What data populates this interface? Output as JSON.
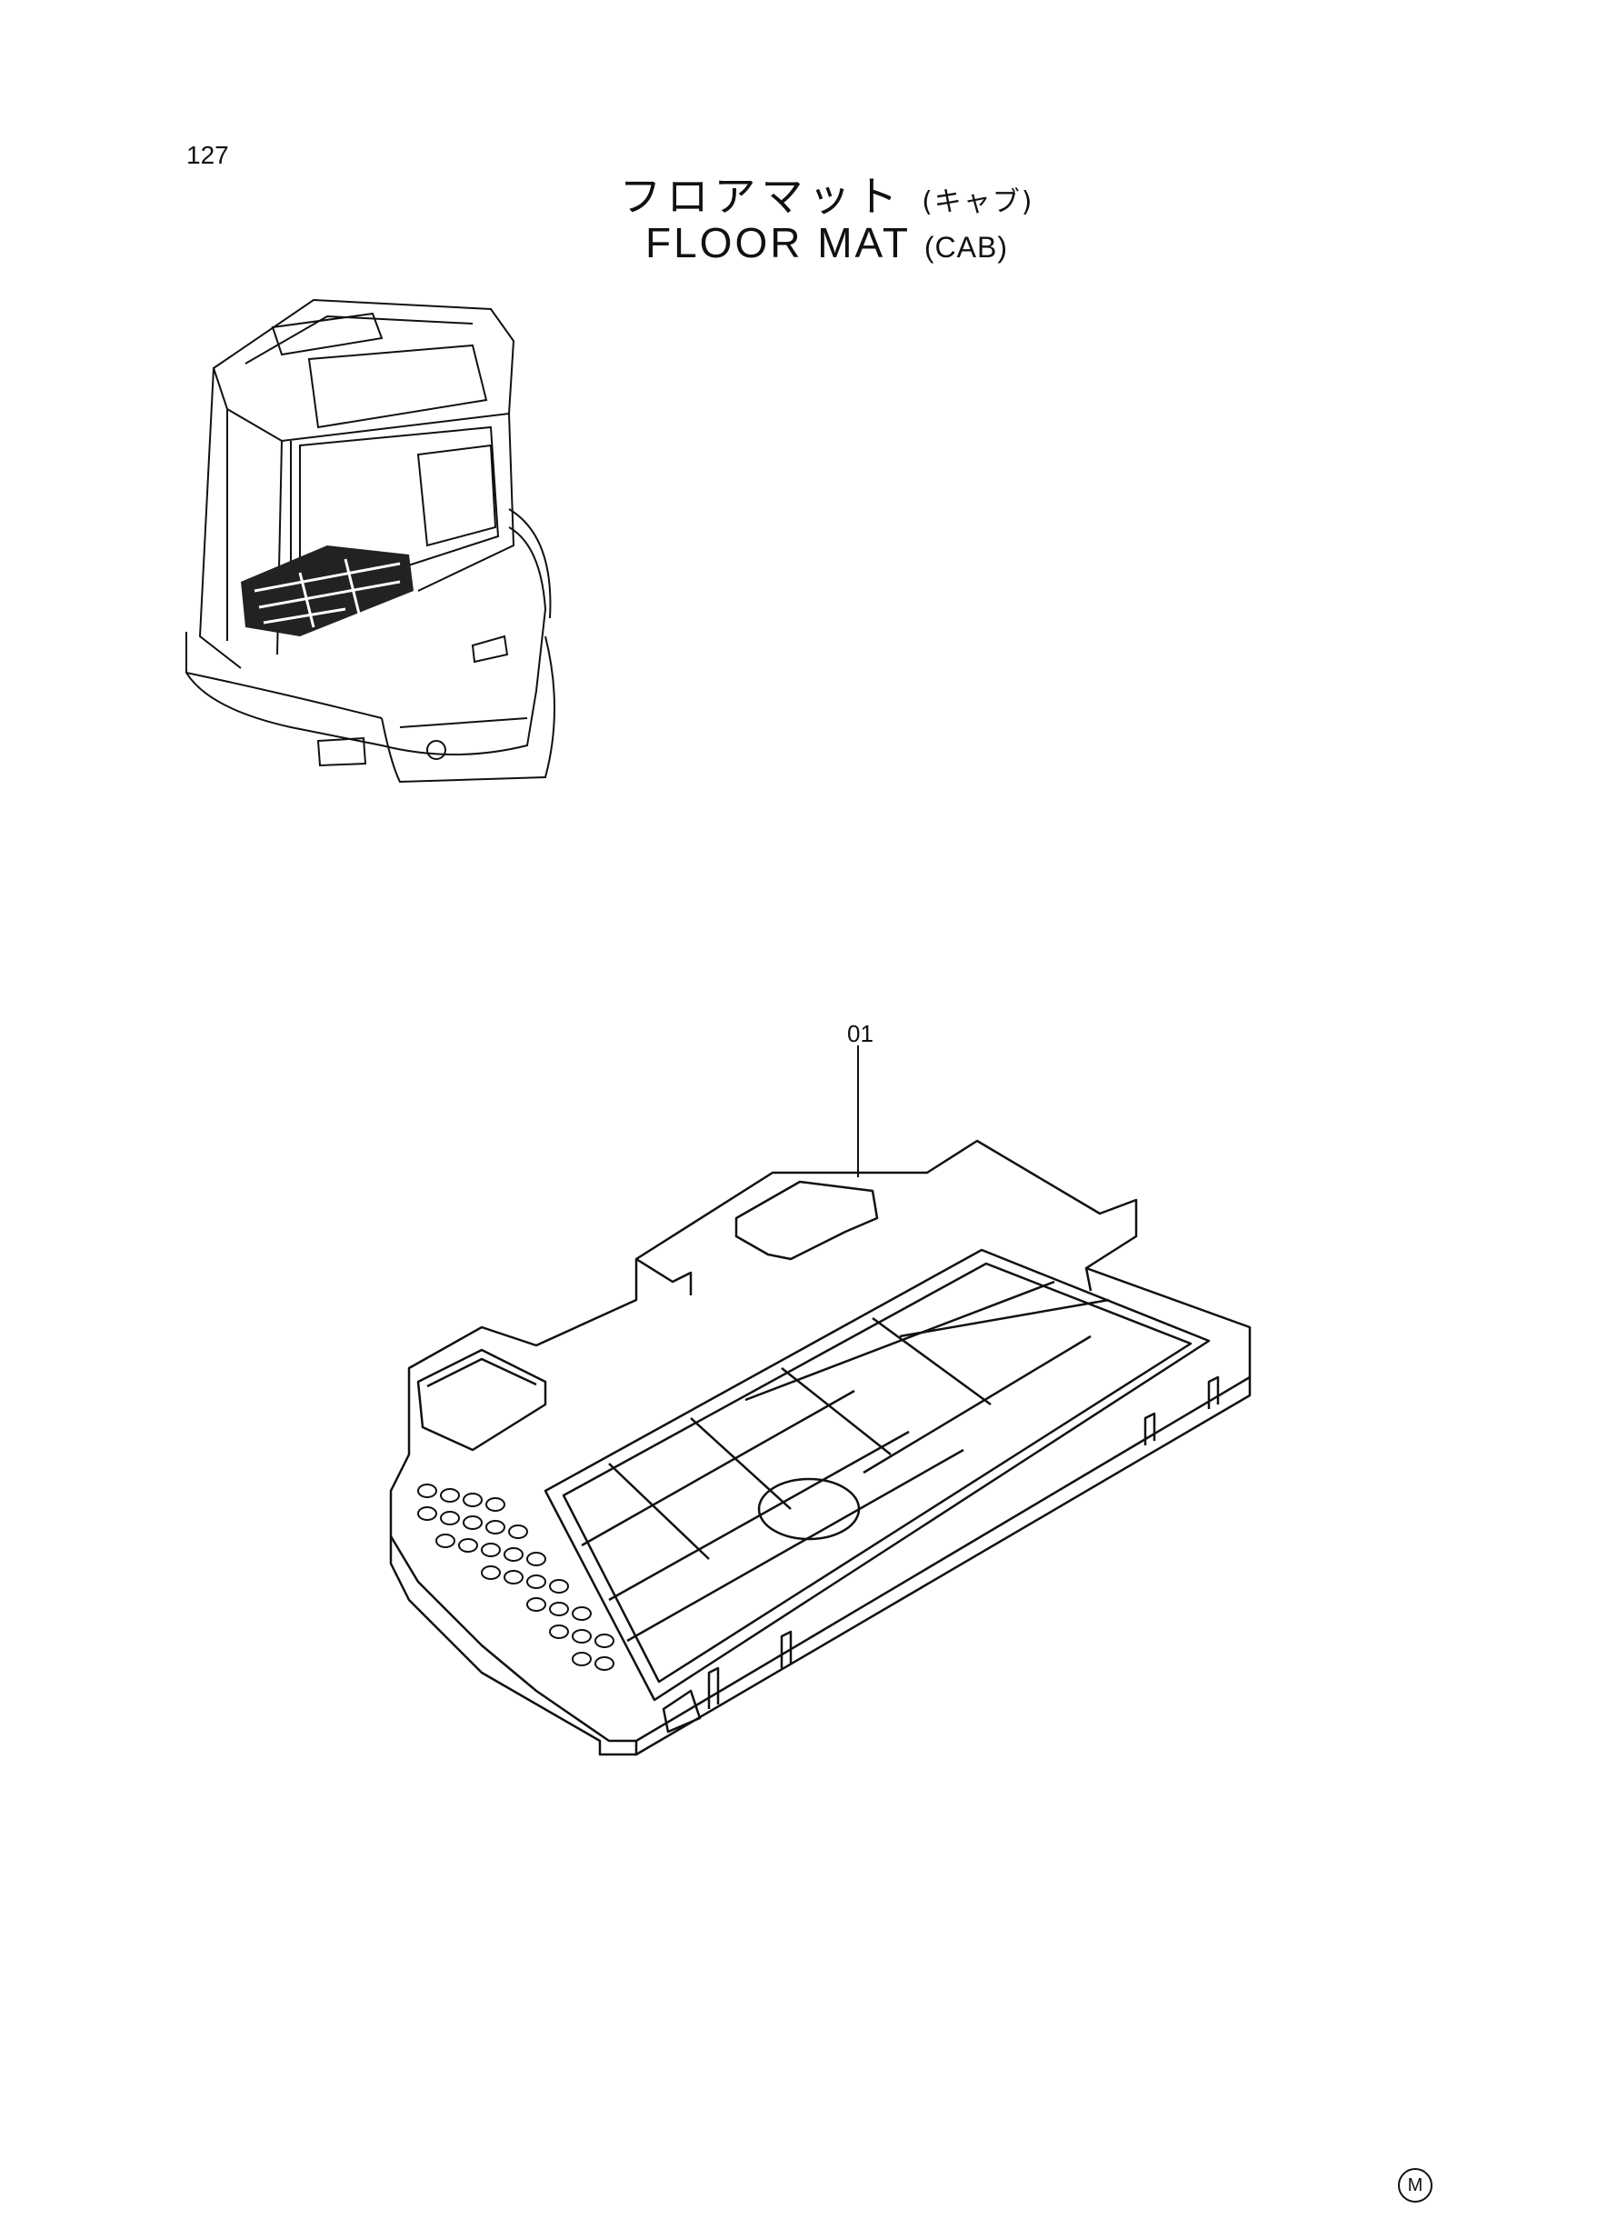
{
  "page": {
    "number": "127"
  },
  "title": {
    "jp_main": "フロアマット",
    "jp_sub": "(キャブ)",
    "en_main": "FLOOR MAT",
    "en_sub": "(CAB)"
  },
  "parts": [
    {
      "ref": "01"
    }
  ],
  "footer": {
    "mark": "M"
  }
}
